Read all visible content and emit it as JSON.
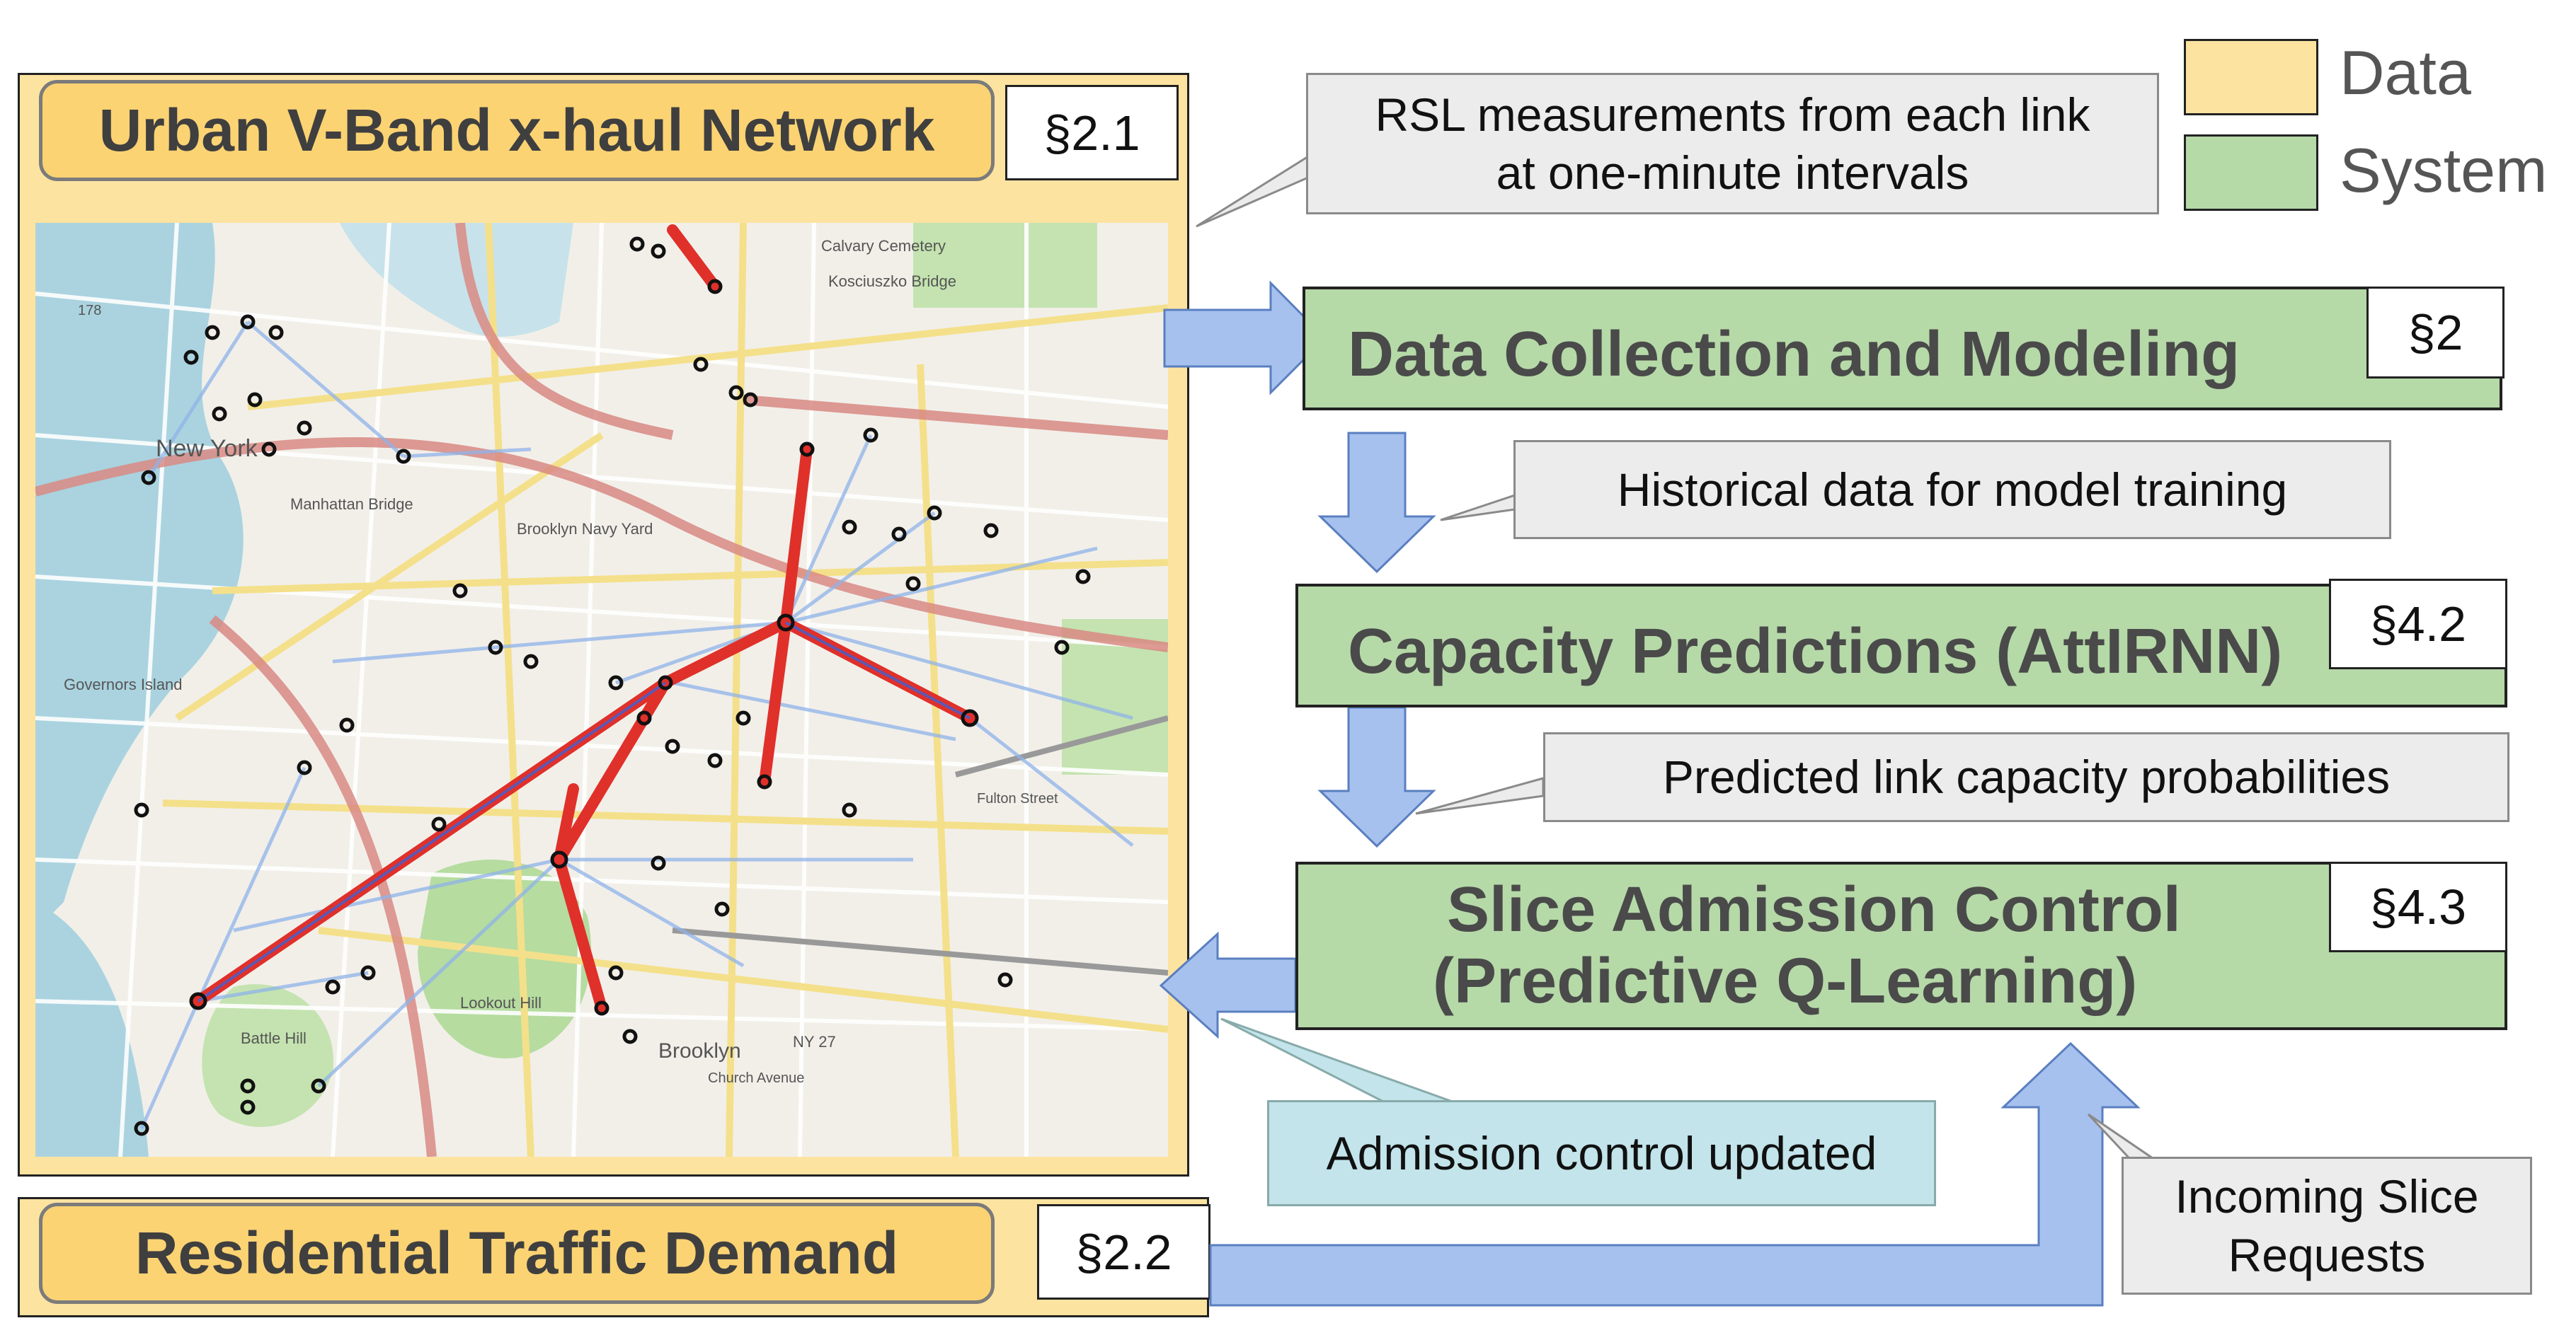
{
  "legend": {
    "data_label": "Data",
    "system_label": "System",
    "data_color": "#fde3a0",
    "system_color": "#b6d9a8"
  },
  "network": {
    "title": "Urban V-Band x-haul Network",
    "section": "§2.1",
    "map_labels": [
      "New York",
      "Manhattan Bridge",
      "Brooklyn Navy Yard",
      "Governors Island",
      "Battle Hill",
      "Lookout Hill",
      "Brooklyn",
      "Kosciuszko Bridge",
      "Calvary Cemetery",
      "Fulton Street",
      "NY 27",
      "Church Avenue",
      "178"
    ]
  },
  "demand": {
    "title": "Residential Traffic Demand",
    "section": "§2.2"
  },
  "steps": [
    {
      "label": "Data Collection and Modeling",
      "section": "§2"
    },
    {
      "label": "Capacity Predictions (AttIRNN)",
      "section": "§4.2"
    },
    {
      "label_line1": "Slice Admission Control",
      "label_line2": "(Predictive Q-Learning)",
      "section": "§4.3"
    }
  ],
  "notes": {
    "rsl_line1": "RSL measurements from each link",
    "rsl_line2": "at one-minute intervals",
    "historical": "Historical data for model training",
    "predicted": "Predicted link capacity probabilities",
    "admission": "Admission control updated",
    "incoming_line1": "Incoming Slice",
    "incoming_line2": "Requests"
  },
  "colors": {
    "arrow": "#a7c1ef",
    "link_red": "#e0302a",
    "link_blue": "#8fb3ea",
    "road_yellow": "#f4e08a",
    "road_pink": "#d98a84",
    "water": "#aad3df",
    "land": "#f2efe9",
    "park": "#b6dca0"
  }
}
